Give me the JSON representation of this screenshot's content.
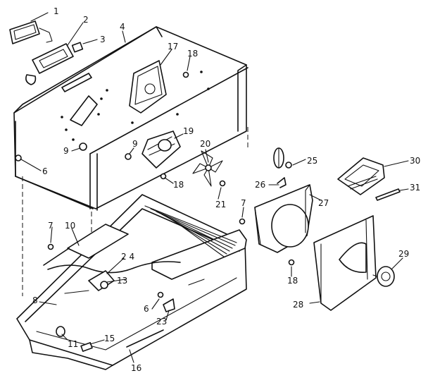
{
  "callouts": [
    {
      "id": "1",
      "label": "1"
    },
    {
      "id": "2",
      "label": "2"
    },
    {
      "id": "3",
      "label": "3"
    },
    {
      "id": "4",
      "label": "4"
    },
    {
      "id": "6a",
      "label": "6"
    },
    {
      "id": "7a",
      "label": "7"
    },
    {
      "id": "7b",
      "label": "7"
    },
    {
      "id": "8",
      "label": "8"
    },
    {
      "id": "9a",
      "label": "9"
    },
    {
      "id": "9b",
      "label": "9"
    },
    {
      "id": "10",
      "label": "10"
    },
    {
      "id": "11",
      "label": "11"
    },
    {
      "id": "13",
      "label": "13"
    },
    {
      "id": "15",
      "label": "15"
    },
    {
      "id": "16",
      "label": "16"
    },
    {
      "id": "17",
      "label": "17"
    },
    {
      "id": "18a",
      "label": "18"
    },
    {
      "id": "18b",
      "label": "18"
    },
    {
      "id": "18c",
      "label": "18"
    },
    {
      "id": "19",
      "label": "19"
    },
    {
      "id": "20",
      "label": "20"
    },
    {
      "id": "21",
      "label": "21"
    },
    {
      "id": "23",
      "label": "23"
    },
    {
      "id": "24",
      "label": "2 4"
    },
    {
      "id": "25",
      "label": "25"
    },
    {
      "id": "26",
      "label": "26"
    },
    {
      "id": "27",
      "label": "27"
    },
    {
      "id": "28",
      "label": "28"
    },
    {
      "id": "29",
      "label": "29"
    },
    {
      "id": "30",
      "label": "30"
    },
    {
      "id": "31",
      "label": "31"
    },
    {
      "id": "6b",
      "label": "6"
    }
  ]
}
